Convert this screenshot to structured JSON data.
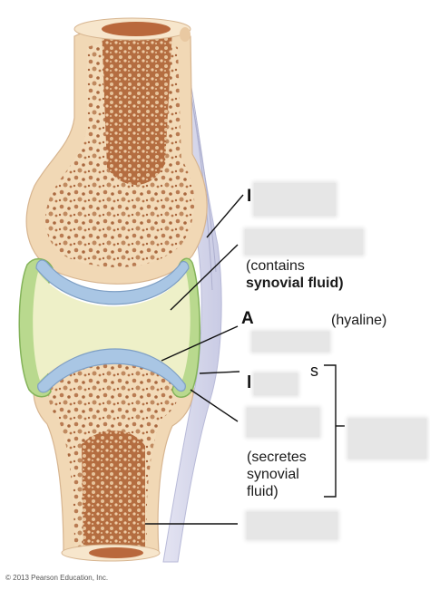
{
  "figure": {
    "copyright": "© 2013 Pearson Education, Inc.",
    "labels": {
      "cavity_note_line1": "(contains",
      "cavity_note_line2": "synovial fluid)",
      "cartilage_suffix": "(hyaline)",
      "membrane_note_line1": "(secretes",
      "membrane_note_line2": "synovial",
      "membrane_note_line3": "fluid)",
      "fragment_i_top": "I",
      "fragment_a": "A",
      "fragment_s": "s",
      "fragment_l": "l"
    }
  },
  "colors": {
    "bone": "#f1d8b5",
    "spongy_bone": "#b87448",
    "marrow": "#b9683c",
    "cartilage": "#a9c6e4",
    "synovial_fluid": "#eef0c8",
    "membrane": "#a9cf7e",
    "capsule": "#d6d7ec",
    "leader_line": "#111111",
    "blank": "#e6e6e6"
  }
}
